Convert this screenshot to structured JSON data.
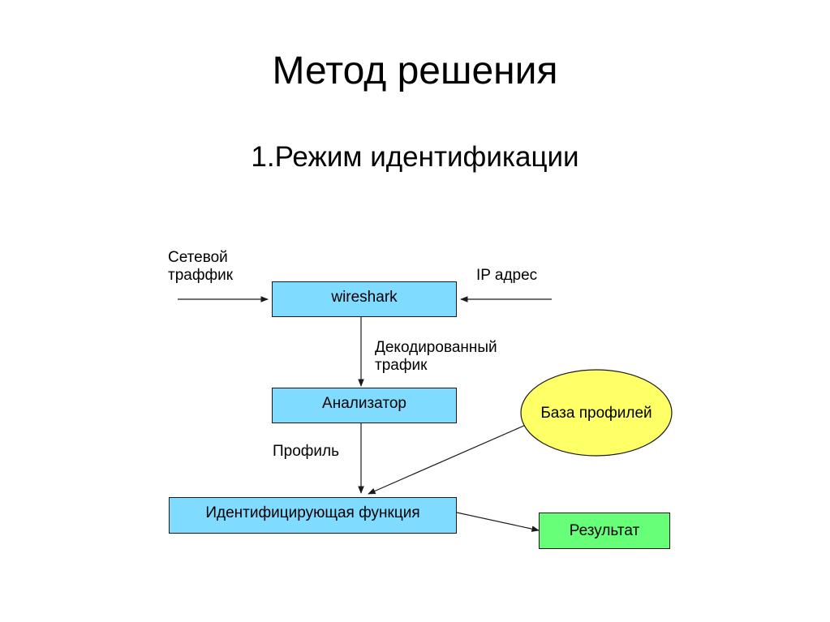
{
  "title": "Метод решения",
  "subtitle": "1.Режим идентификации",
  "diagram": {
    "input_traffic": "Сетевой\nтраффик",
    "input_ip": "IP адрес",
    "wireshark": "wireshark",
    "decoded": "Декодированный\nтрафик",
    "analyzer": "Анализатор",
    "profile": "Профиль",
    "profiles_db": "База профилей",
    "ident_function": "Идентифицирующая функция",
    "result": "Результат"
  },
  "colors": {
    "process_box": "#7fdbff",
    "result_box": "#66ff77",
    "database_ellipse": "#ffff66"
  }
}
